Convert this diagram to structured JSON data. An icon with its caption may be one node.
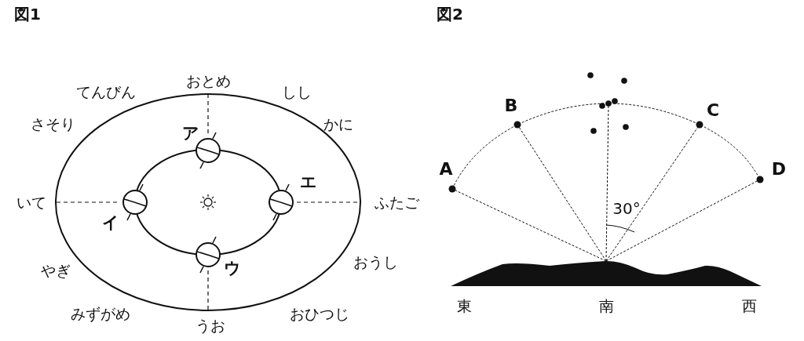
{
  "diagram": {
    "labels": [
      "図1",
      "おとめ",
      "てんびん",
      "しし",
      "さそり",
      "かに",
      "ア",
      "エ",
      "いて",
      "ふたご",
      "イ",
      "やぎ",
      "ウ",
      "おうし",
      "みずがめ",
      "おひつじ",
      "うお",
      "図2",
      "B",
      "C",
      "A",
      "D",
      "30°",
      "東",
      "南",
      "西"
    ]
  }
}
